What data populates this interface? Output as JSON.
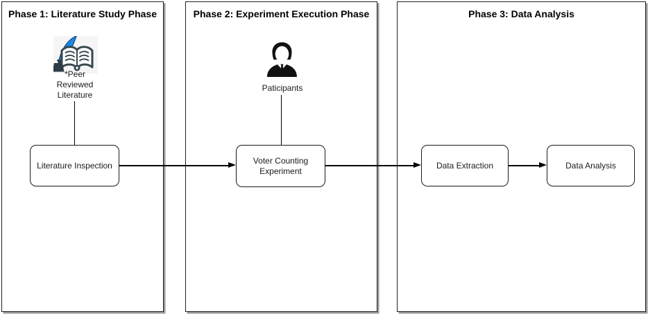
{
  "window": {
    "background": "#ffffff"
  },
  "colors": {
    "panel_border": "#1f1f1f",
    "node_border": "#1a1a1a",
    "text": "#1a1a1a",
    "connector": "#000000",
    "quill_blue": "#1e88e5",
    "quill_outline": "#15538f",
    "book_dark": "#37474f",
    "ink_dark": "#2f3b42",
    "person_black": "#111111",
    "icon_bg": "#f5f5f5"
  },
  "diagram": {
    "phases": [
      {
        "title": "Phase 1: Literature Study Phase",
        "icon": "quill-book-icon",
        "icon_caption": "*Peer Reviewed Literature",
        "nodes": [
          {
            "label": "Literature Inspection"
          }
        ]
      },
      {
        "title": "Phase 2: Experiment Execution Phase",
        "icon": "person-icon",
        "icon_caption": "Paticipants",
        "nodes": [
          {
            "label": "Voter Counting Experiment"
          }
        ]
      },
      {
        "title": "Phase 3: Data Analysis",
        "icon": null,
        "icon_caption": null,
        "nodes": [
          {
            "label": "Data Extraction"
          },
          {
            "label": "Data Analysis"
          }
        ]
      }
    ],
    "connections": [
      {
        "from": "*Peer Reviewed Literature",
        "to": "Literature Inspection",
        "style": "line"
      },
      {
        "from": "Paticipants",
        "to": "Voter Counting Experiment",
        "style": "line"
      },
      {
        "from": "Literature Inspection",
        "to": "Voter Counting Experiment",
        "style": "arrow"
      },
      {
        "from": "Voter Counting Experiment",
        "to": "Data Extraction",
        "style": "arrow"
      },
      {
        "from": "Data Extraction",
        "to": "Data Analysis",
        "style": "arrow"
      }
    ]
  }
}
